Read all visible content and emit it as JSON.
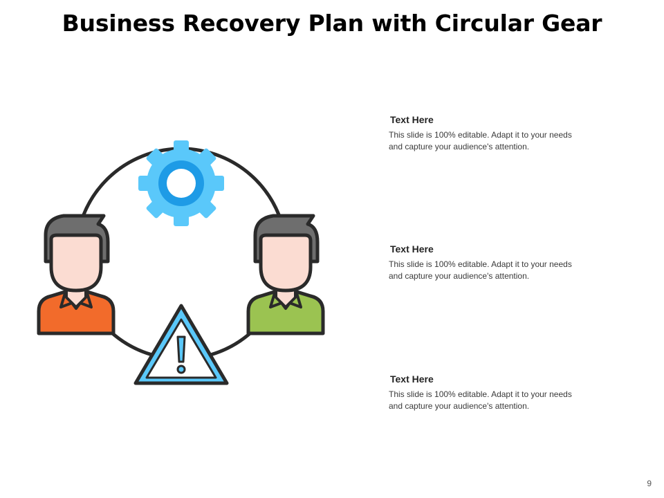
{
  "slide": {
    "title": "Business Recovery Plan with Circular Gear",
    "page_number": "9"
  },
  "illustration": {
    "icons": [
      "gear-icon",
      "person-icon",
      "person-icon",
      "warning-icon"
    ],
    "colors": {
      "gear": "#5ac8fa",
      "gear_inner": "#1e9be6",
      "person_left_shirt": "#f26b2b",
      "person_right_shirt": "#9bc351",
      "hair": "#6e6e6e",
      "skin": "#fbdcd2",
      "warning": "#5ac8fa",
      "outline": "#2a2a2a"
    }
  },
  "items": [
    {
      "heading": "Text Here",
      "body": "This slide is 100% editable. Adapt it to your needs and capture your audience's attention."
    },
    {
      "heading": "Text Here",
      "body": "This slide is 100% editable. Adapt it to your needs and capture your audience's attention."
    },
    {
      "heading": "Text Here",
      "body": "This slide is 100% editable. Adapt it to your needs and capture your audience's attention."
    }
  ]
}
